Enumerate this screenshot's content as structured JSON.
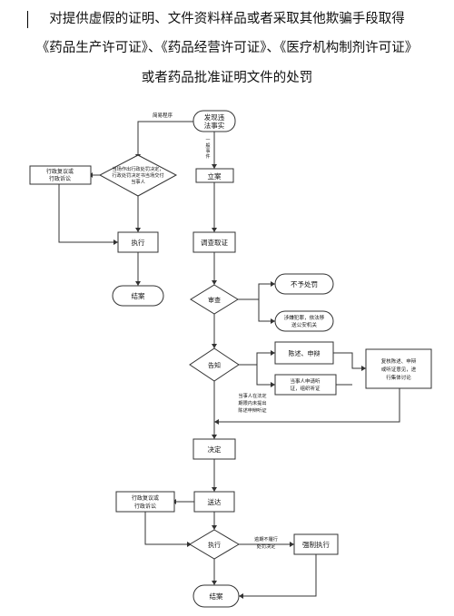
{
  "title": {
    "line1": "对提供虚假的证明、文件资料样品或者采取其他欺骗手段取得",
    "line2": "《药品生产许可证》、《药品经营许可证》、《医疗机构制剂许可证》",
    "line3": "或者药品批准证明文件的处罚"
  },
  "flow": {
    "discover": [
      "发现违",
      "法事实"
    ],
    "simple_procedure": "简易程序",
    "general_procedure": [
      "一",
      "般",
      "事",
      "件"
    ],
    "decision_left": [
      "当场作出行政处罚决定，",
      "行政处罚决定书当场交付",
      "当事人"
    ],
    "review_left": [
      "行政复议或",
      "行政诉讼"
    ],
    "execute_left": "执行",
    "close_left": "结案",
    "filing": "立案",
    "investigation": "调查取证",
    "review": "审查",
    "no_penalty": "不予处罚",
    "transfer": [
      "涉嫌犯罪，依法移",
      "送公安机关"
    ],
    "notify": "告知",
    "statement": [
      "陈述、申辩"
    ],
    "hearing": [
      "当事人申请听",
      "证，组织听证"
    ],
    "reconsider": [
      "复核陈述、申辩",
      "或听证意见，进",
      "行集体讨论"
    ],
    "no_request": [
      "当事人在法定",
      "期限内未提出",
      "陈述申辩听证"
    ],
    "decision": "决定",
    "review_bottom": [
      "行政复议或",
      "行政诉讼"
    ],
    "delivery": "送达",
    "execute_bottom": "执行",
    "not_fulfilled": [
      "逾期不履行",
      "处罚决定"
    ],
    "enforce": "强制执行",
    "close_bottom": "结案"
  }
}
